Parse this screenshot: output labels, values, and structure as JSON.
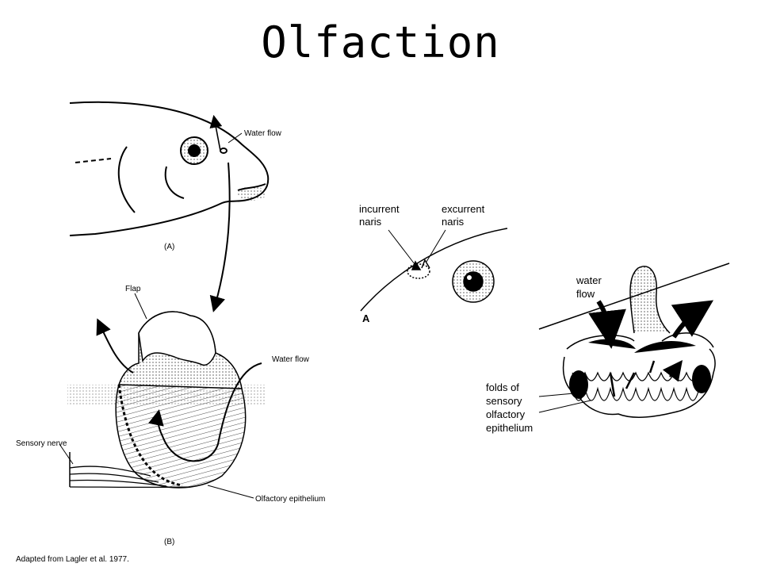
{
  "title": "Olfaction",
  "figure_a": {
    "panel_label": "(A)",
    "water_flow": "Water flow"
  },
  "figure_b": {
    "panel_label": "(B)",
    "flap": "Flap",
    "water_flow": "Water flow",
    "sensory_nerve": "Sensory nerve",
    "olfactory_epithelium": "Olfactory epithelium"
  },
  "figure_c": {
    "panel_label": "A",
    "incurrent_1": "incurrent",
    "incurrent_2": "naris",
    "excurrent_1": "excurrent",
    "excurrent_2": "naris"
  },
  "figure_d": {
    "water_1": "water",
    "water_2": "flow",
    "folds_1": "folds of",
    "folds_2": "sensory",
    "folds_3": "olfactory",
    "folds_4": "epithelium"
  },
  "citation": "Adapted from Lagler et al. 1977."
}
